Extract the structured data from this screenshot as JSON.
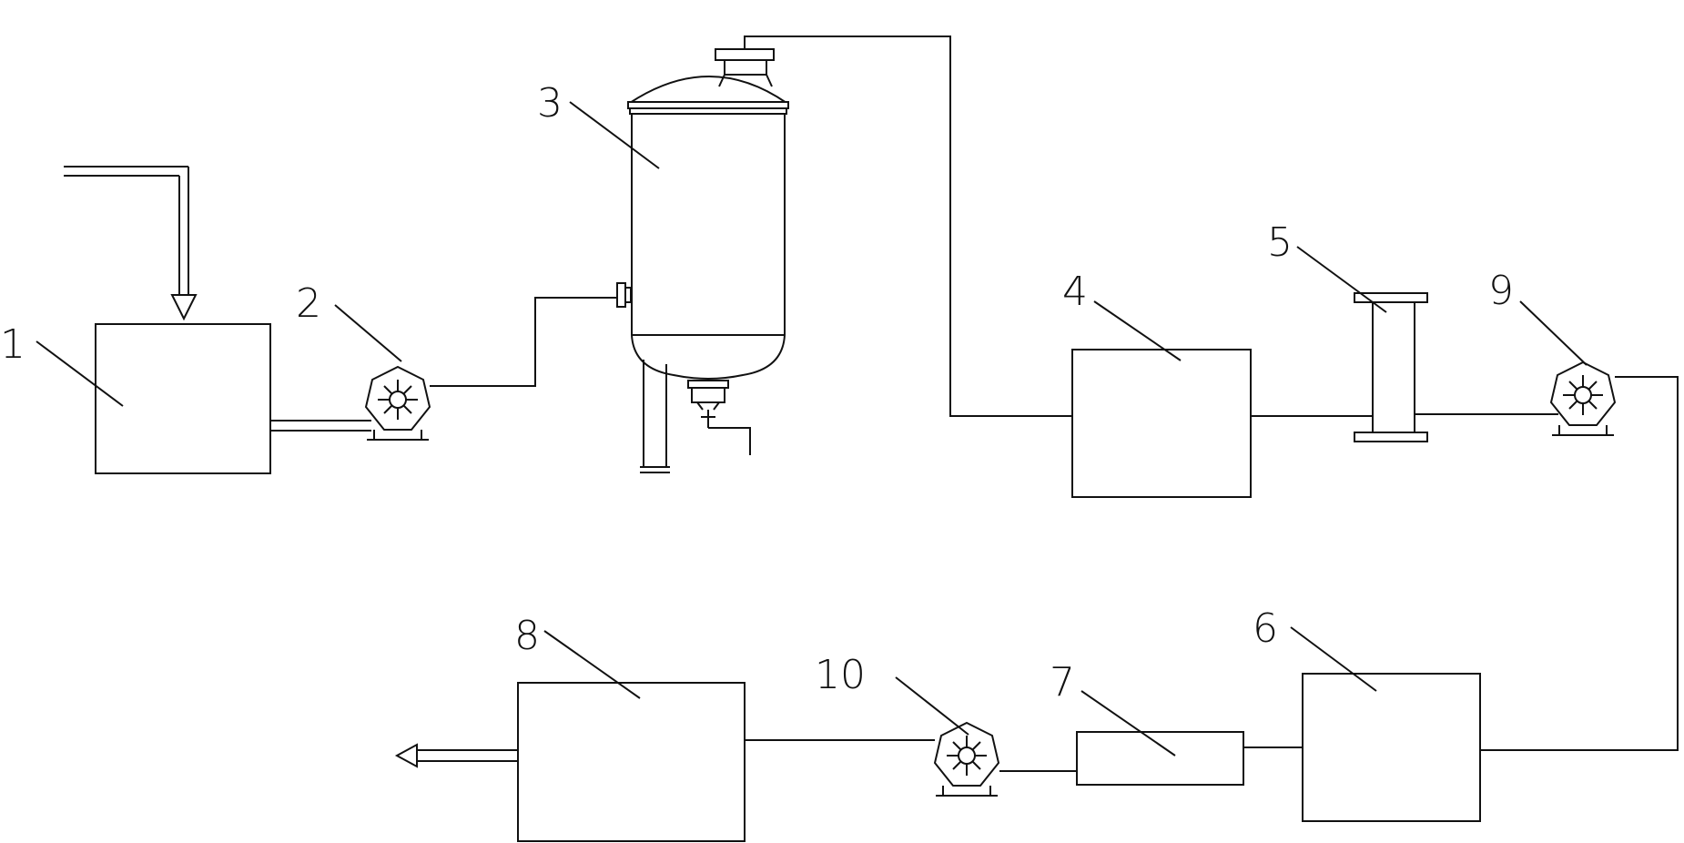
{
  "diagram": {
    "labels": {
      "n1": "1",
      "n2": "2",
      "n3": "3",
      "n4": "4",
      "n5": "5",
      "n6": "6",
      "n7": "7",
      "n8": "8",
      "n9": "9",
      "n10": "10"
    },
    "colors": {
      "line": "#111111",
      "background": "#ffffff"
    },
    "icons": {
      "pump": "pump-icon",
      "reactor": "reactor-vessel-icon",
      "filter": "filter-column-icon",
      "arrow": "flow-arrow-icon"
    }
  }
}
